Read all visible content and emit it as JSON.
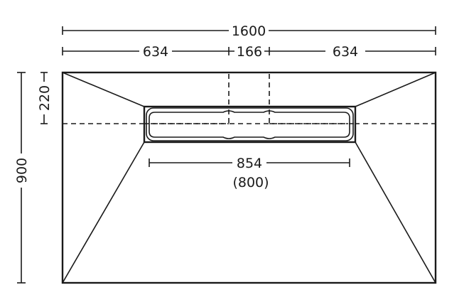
{
  "dimensions": {
    "total_width": "1600",
    "left_width": "634",
    "center_width": "166",
    "right_width": "634",
    "total_height": "900",
    "drain_offset": "220",
    "drain_length": "854",
    "drain_grate_length": "(800)"
  }
}
